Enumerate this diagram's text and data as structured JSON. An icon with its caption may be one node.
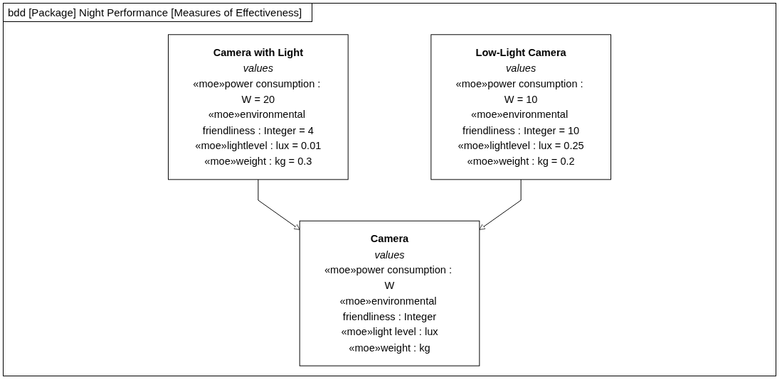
{
  "diagram": {
    "title": "bdd [Package] Night Performance [Measures of Effectiveness]",
    "nodes": [
      {
        "text": [
          "Camera",
          "values",
          "«moe»power consumption : W",
          "«moe»environmental friendliness : Integer",
          "«moe»light level : lux",
          "«moe»weight : kg"
        ]
      },
      {
        "text": [
          "Camera with Light",
          "values",
          "«moe»power consumption : W = 20",
          "«moe»environmental friendliness : Integer = 4",
          "«moe»lightlevel : lux = 0.01",
          "«moe»weight : kg = 0.3"
        ]
      },
      {
        "text": [
          "Low-Light Camera",
          "values",
          "«moe»power consumption : W = 10",
          "«moe»environmental friendliness : Integer = 10",
          "«moe»lightlevel : lux = 0.25",
          "«moe»weight : kg = 0.2"
        ]
      }
    ],
    "edges": [
      {
        "from": 1,
        "to": 0,
        "arrow": "to"
      },
      {
        "from": 2,
        "to": 0,
        "arrow": "to"
      }
    ]
  }
}
